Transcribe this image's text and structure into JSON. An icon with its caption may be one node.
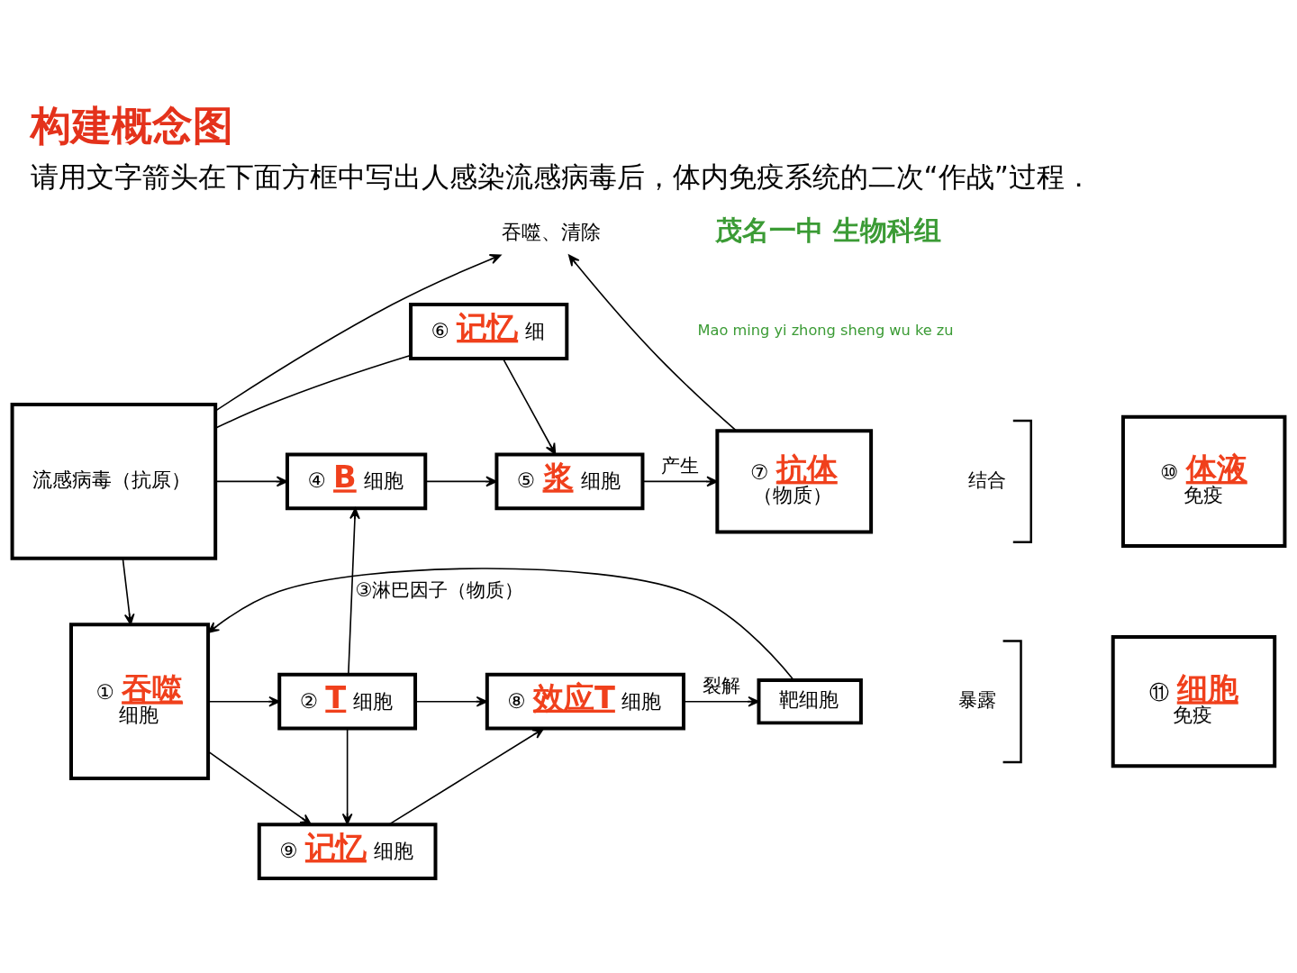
{
  "diagram": {
    "title": "构建概念图",
    "caption": "请用文字箭头在下面方框中写出人感染流感病毒后，体内免疫系统的二次“作战”过程．",
    "nodes": [
      {
        "text": [
          "吞噬、清除"
        ]
      },
      {
        "text": [
          "⑥",
          "记忆",
          "细"
        ]
      },
      {
        "text": [
          "⑩",
          "体液",
          "免疫"
        ]
      },
      {
        "text": [
          "流感病毒（抗原）"
        ]
      },
      {
        "text": [
          "④",
          "B",
          "细胞"
        ]
      },
      {
        "text": [
          "⑤",
          "浆",
          "细胞"
        ]
      },
      {
        "text": [
          "⑦",
          "抗体",
          "（物质）"
        ]
      },
      {
        "text": [
          "①",
          "吞噬",
          "细胞"
        ]
      },
      {
        "text": [
          "②",
          "T",
          "细胞"
        ]
      },
      {
        "text": [
          "⑧",
          "效应T",
          "细胞"
        ]
      },
      {
        "text": [
          "靶细胞"
        ]
      },
      {
        "text": [
          "⑪",
          "细胞",
          "免疫"
        ]
      },
      {
        "text": [
          "⑨",
          "记忆",
          "细胞"
        ]
      }
    ],
    "edges": [
      {
        "from": 3,
        "to": 0,
        "arrow": "to"
      },
      {
        "from": 6,
        "to": 0,
        "arrow": "to"
      },
      {
        "from": 3,
        "to": 1,
        "arrow": "none"
      },
      {
        "from": 1,
        "to": 5,
        "arrow": "to"
      },
      {
        "from": 3,
        "to": 4,
        "arrow": "to"
      },
      {
        "from": 4,
        "to": 5,
        "arrow": "to"
      },
      {
        "from": 5,
        "to": 6,
        "arrow": "to",
        "label": "产生"
      },
      {
        "from": 3,
        "to": 7,
        "arrow": "to"
      },
      {
        "from": 7,
        "to": 8,
        "arrow": "to"
      },
      {
        "from": 8,
        "to": 4,
        "arrow": "to",
        "label": "③淋巴因子（物质）"
      },
      {
        "from": 8,
        "to": 9,
        "arrow": "to"
      },
      {
        "from": 8,
        "to": 12,
        "arrow": "to"
      },
      {
        "from": 7,
        "to": 12,
        "arrow": "to"
      },
      {
        "from": 12,
        "to": 9,
        "arrow": "to"
      },
      {
        "from": 9,
        "to": 10,
        "arrow": "to",
        "label": "裂解"
      },
      {
        "from": 10,
        "to": 7,
        "arrow": "to"
      }
    ],
    "labels": [
      "茂名一中 生物科组",
      "Mao ming yi zhong sheng wu ke zu",
      "结合",
      "暴露"
    ]
  }
}
